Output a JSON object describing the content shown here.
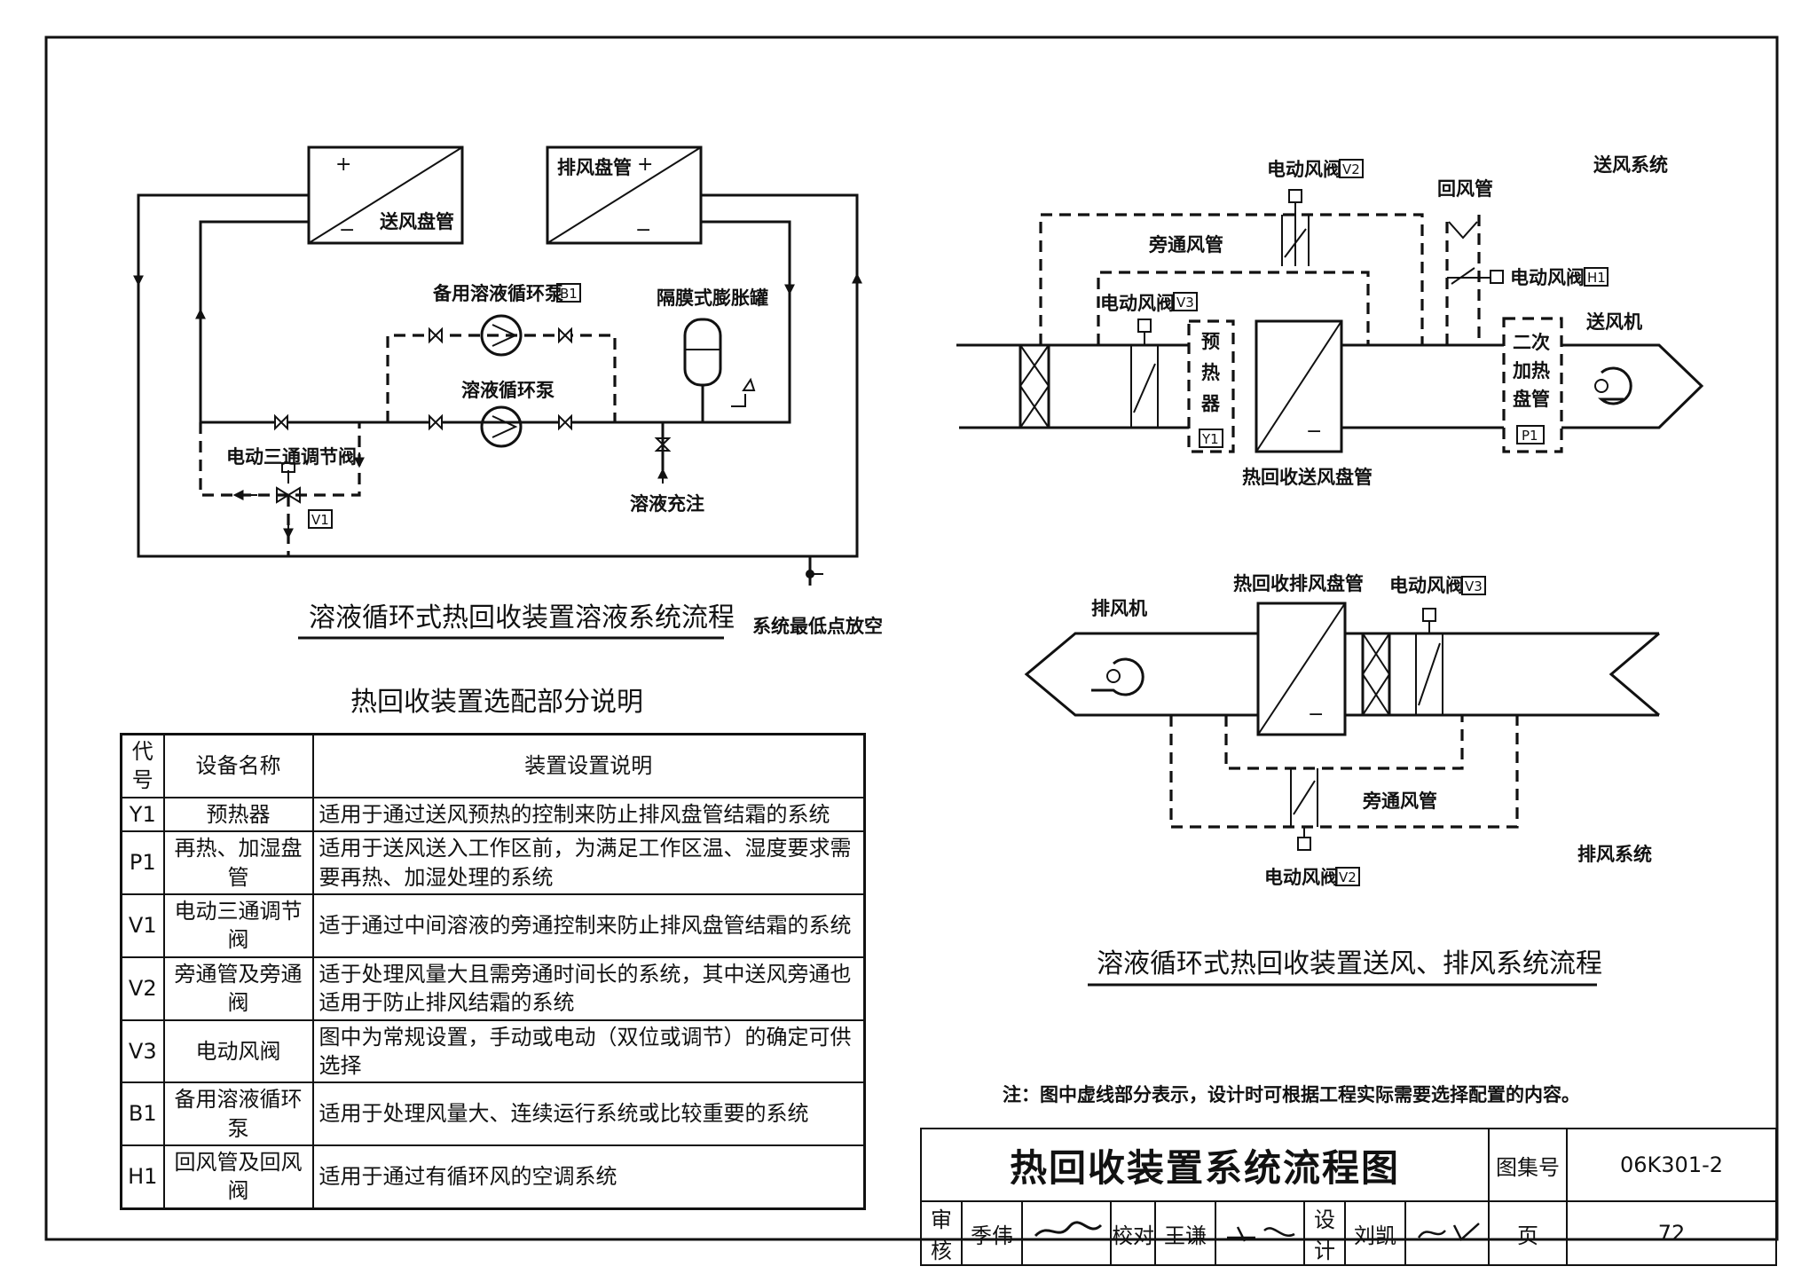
{
  "solution_diagram": {
    "supply_coil_label": "送风盘管",
    "exhaust_coil_label": "排风盘管",
    "plus": "+",
    "minus": "−",
    "standby_pump_label": "备用溶液循环泵",
    "standby_pump_tag": "B1",
    "pump_label": "溶液循环泵",
    "expansion_tank_label": "隔膜式膨胀罐",
    "three_way_valve_label": "电动三通调节阀",
    "three_way_valve_tag": "V1",
    "filling_label": "溶液充注",
    "drain_label": "系统最低点放空",
    "caption": "溶液循环式热回收装置溶液系统流程"
  },
  "air_diagram": {
    "supply_system_label": "送风系统",
    "exhaust_system_label": "排风系统",
    "damper_label": "电动风阀",
    "tag_v2": "V2",
    "tag_v3": "V3",
    "tag_h1": "H1",
    "tag_y1": "Y1",
    "tag_p1": "P1",
    "return_duct_label": "回风管",
    "bypass_duct_label": "旁通风管",
    "supply_fan_label": "送风机",
    "exhaust_fan_label": "排风机",
    "preheater_chars": [
      "预",
      "热",
      "器"
    ],
    "reheat_chars": [
      "二次",
      "加热",
      "盘管"
    ],
    "supply_recovery_coil_label": "热回收送风盘管",
    "exhaust_recovery_coil_label": "热回收排风盘管",
    "caption": "溶液循环式热回收装置送风、排风系统流程"
  },
  "table": {
    "title": "热回收装置选配部分说明",
    "headers": [
      "代号",
      "设备名称",
      "装置设置说明"
    ],
    "rows": [
      {
        "code": "Y1",
        "name": "预热器",
        "desc": "适用于通过送风预热的控制来防止排风盘管结霜的系统"
      },
      {
        "code": "P1",
        "name": "再热、加湿盘管",
        "desc": "适用于送风送入工作区前，为满足工作区温、湿度要求需要再热、加湿处理的系统"
      },
      {
        "code": "V1",
        "name": "电动三通调节阀",
        "desc": "适于通过中间溶液的旁通控制来防止排风盘管结霜的系统"
      },
      {
        "code": "V2",
        "name": "旁通管及旁通阀",
        "desc": "适于处理风量大且需旁通时间长的系统，其中送风旁通也适用于防止排风结霜的系统"
      },
      {
        "code": "V3",
        "name": "电动风阀",
        "desc": "图中为常规设置，手动或电动（双位或调节）的确定可供选择"
      },
      {
        "code": "B1",
        "name": "备用溶液循环泵",
        "desc": "适用于处理风量大、连续运行系统或比较重要的系统"
      },
      {
        "code": "H1",
        "name": "回风管及回风阀",
        "desc": "适用于通过有循环风的空调系统"
      }
    ]
  },
  "note": "注：图中虚线部分表示，设计时可根据工程实际需要选择配置的内容。",
  "title_block": {
    "title": "热回收装置系统流程图",
    "atlas_label": "图集号",
    "atlas_no": "06K301-2",
    "review_label": "审核",
    "reviewer": "季伟",
    "check_label": "校对",
    "checker": "王谦",
    "design_label": "设计",
    "designer": "刘凯",
    "page_label": "页",
    "page_no": "72"
  }
}
